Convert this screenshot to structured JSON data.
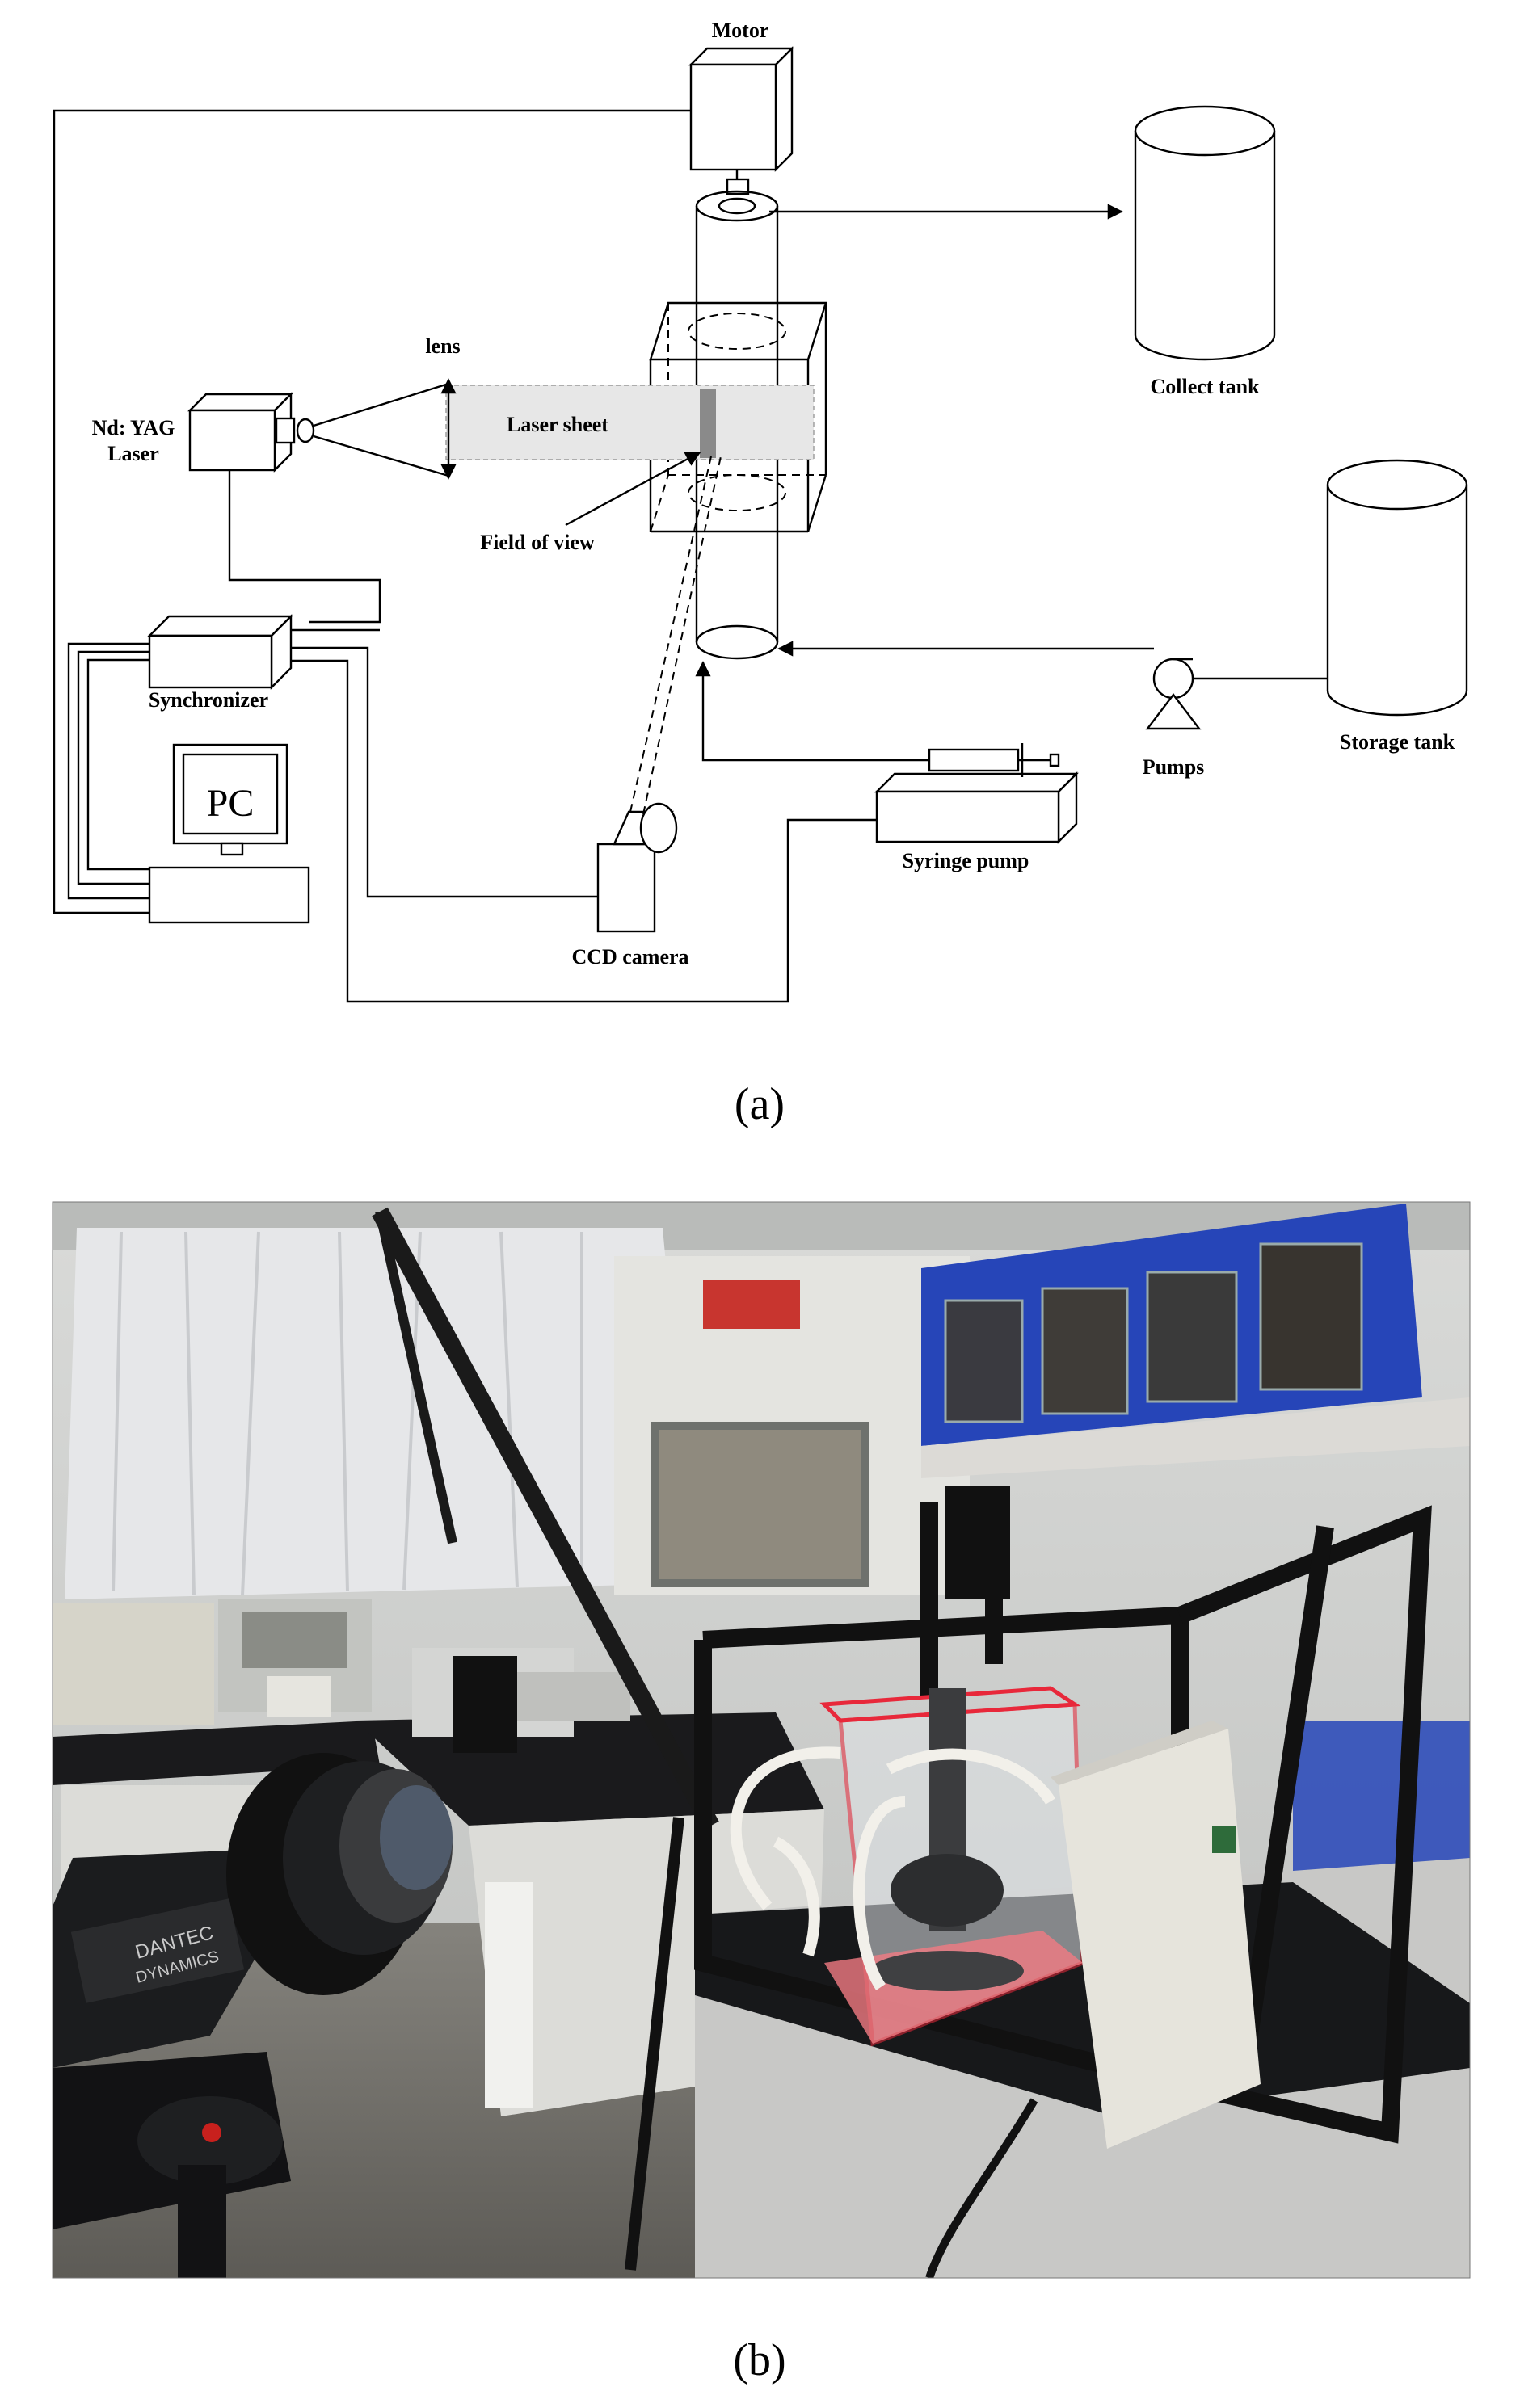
{
  "diagram": {
    "labels": {
      "motor": "Motor",
      "lens": "lens",
      "laser_l1": "Nd: YAG",
      "laser_l2": "Laser",
      "laser_sheet": "Laser sheet",
      "field_of_view": "Field of view",
      "collect_tank": "Collect tank",
      "storage_tank": "Storage tank",
      "synchronizer": "Synchronizer",
      "pc": "PC",
      "pumps": "Pumps",
      "syringe_pump": "Syringe pump",
      "ccd_camera": "CCD camera"
    }
  },
  "captions": {
    "a": "(a)",
    "b": "(b)"
  },
  "photo": {
    "lens_brand_l1": "DANTEC",
    "lens_brand_l2": "DYNAMICS"
  },
  "colors": {
    "lab_wall": "#cfd2d1",
    "curtain": "#e6e7e9",
    "cabinet_blue": "#2645b8",
    "fume_hood": "#e4e4e0",
    "bench_top": "#1a1a1c",
    "bench_body": "#dcdcd8",
    "floor": "#6f6d68",
    "frame_black": "#111111",
    "acrylic_red": "#e8283a",
    "tube_white": "#f2f0ea",
    "laser_sheet": "#e7e7e7"
  }
}
